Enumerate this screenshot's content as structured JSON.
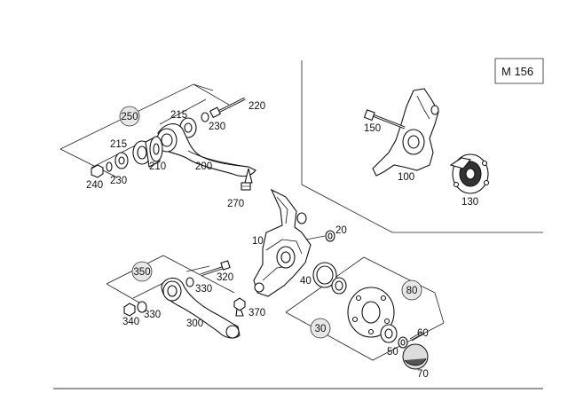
{
  "model": "M 156",
  "callouts": {
    "c10": "10",
    "c20": "20",
    "c30": "30",
    "c40": "40",
    "c50": "50",
    "c60": "60",
    "c70": "70",
    "c80": "80",
    "c100": "100",
    "c130": "130",
    "c150": "150",
    "c200": "200",
    "c210": "210",
    "c215a": "215",
    "c215b": "215",
    "c220": "220",
    "c230a": "230",
    "c230b": "230",
    "c240": "240",
    "c250": "250",
    "c270": "270",
    "c300": "300",
    "c320": "320",
    "c330a": "330",
    "c330b": "330",
    "c340": "340",
    "c350": "350",
    "c370": "370"
  }
}
